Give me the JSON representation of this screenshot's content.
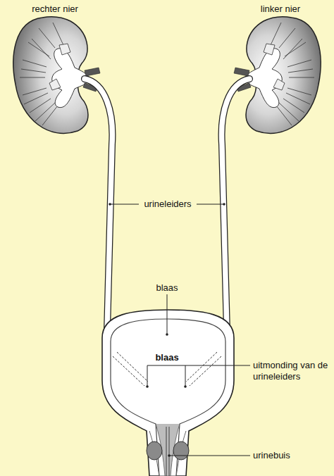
{
  "diagram": {
    "labels": [
      "rechter nier",
      "linker nier",
      "urineleiders",
      "blaas",
      "blaas",
      "uitmonding van de urineleiders",
      "urinebuis"
    ]
  }
}
